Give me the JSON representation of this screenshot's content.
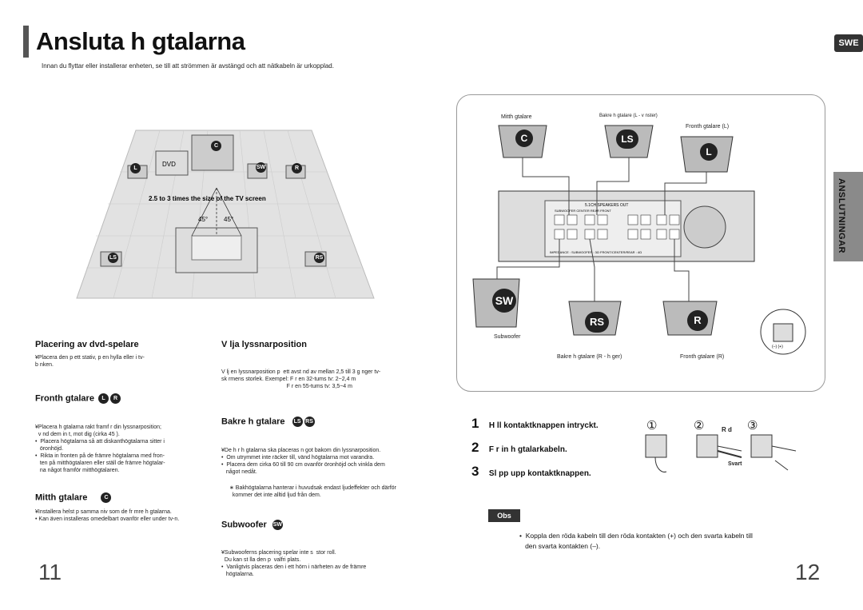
{
  "title": "Ansluta h gtalarna",
  "intro": "Innan du flyttar eller installerar enheten, se till att strömmen är avstängd och att nätkabeln är urkopplad.",
  "lang_tab": "SWE",
  "side_tab": "ANSLUTNINGAR",
  "room": {
    "caption": "2.5 to 3 times the size of the TV screen",
    "dvd_label": "DVD",
    "angle_left": "45°",
    "angle_right": "45°",
    "badges": {
      "c": "C",
      "l": "L",
      "sw": "SW",
      "r": "R",
      "ls": "LS",
      "rs": "RS"
    }
  },
  "left_sections": {
    "placing_dvd": {
      "title": "Placering av dvd-spelare",
      "lines": [
        "¥Placera den p  ett stativ, p  en hylla eller i tv-",
        "  b nken."
      ]
    },
    "listening": {
      "title": "V lja lyssnarposition",
      "lines": [
        "V lj en lyssnarposition p  ett avst nd av mellan 2,5 till 3 g nger tv-",
        "sk rmens storlek. Exempel: F r en 32-tums tv: 2~2,4 m",
        "                                          F r en 55-tums tv: 3,5~4 m"
      ]
    },
    "front": {
      "title": "Fronth gtalare",
      "badges": [
        "L",
        "R"
      ],
      "lines": [
        "¥Placera h gtalarna rakt framf r din lyssnarposition;",
        "  v nd dem in t, mot dig (cirka 45 ).",
        "•  Placera högtalarna så att diskanthögtalarna sitter i",
        "   öronhöjd.",
        "•  Rikta in fronten på de främre högtalarna med fron-",
        "   ten på mitthögtalaren eller ställ de främre högtalar-",
        "   na något framför mitthögtalaren."
      ]
    },
    "center": {
      "title": "Mitth gtalare",
      "badges": [
        "C"
      ],
      "lines": [
        "¥Installera helst p  samma niv  som de fr mre h gtalarna.",
        "•  Kan även installeras omedelbart ovanför eller under tv-n."
      ]
    },
    "rear": {
      "title": "Bakre h gtalare",
      "badges": [
        "LS",
        "RS"
      ],
      "lines": [
        "¥De h r h gtalarna ska placeras n got bakom din lyssnarposition.",
        "•  Om utrymmet inte räcker till, vänd högtalarna mot varandra.",
        "•  Placera dem cirka 60 till 90 cm ovanför öronhöjd och vinkla dem",
        "   något nedåt."
      ],
      "note": [
        "∗ Bakhögtalarna hanterar i huvudsak endast ljudeffekter och därför",
        "  kommer det inte alltid ljud från dem."
      ]
    },
    "sub": {
      "title": "Subwoofer",
      "badges": [
        "SW"
      ],
      "lines": [
        "¥Subwooferns placering spelar inte s  stor roll.",
        "  Du kan st lla den p  valfri plats.",
        "•  Vanligtvis placeras den i ett hörn i närheten av de främre",
        "   högtalarna."
      ]
    }
  },
  "panel": {
    "center_label": "Mitth gtalare",
    "rear_left_label": "Bakre h gtalare (L - v nster)",
    "front_left_label": "Fronth gtalare (L)",
    "sub_label": "Subwoofer",
    "rear_right_label": "Bakre h gtalare (R - h ger)",
    "front_right_label": "Fronth gtalare (R)",
    "terminal_title": "5.1CH SPEAKERS OUT",
    "terminal_row": "SUBWOOFER  CENTER   REAR   FRONT",
    "impedance": "IMPEDANCE : SUBWOOFER : 3Ω    FRONT/CENTER/REAR : 4Ω",
    "badges": {
      "c": "C",
      "ls": "LS",
      "l": "L",
      "sw": "SW",
      "rs": "RS",
      "r": "R"
    },
    "polarity": "(–)  (+)"
  },
  "steps": [
    {
      "num": "1",
      "text": "H ll kontaktknappen intryckt."
    },
    {
      "num": "2",
      "text": "F r in h gtalarkabeln."
    },
    {
      "num": "3",
      "text": "Sl pp upp kontaktknappen."
    }
  ],
  "step_circles": [
    "①",
    "②",
    "③"
  ],
  "wire_labels": {
    "red": "R d",
    "black": "Svart"
  },
  "obs": {
    "label": "Obs",
    "text_1": "•  Koppla den röda kabeln till den röda kontakten (+) och den svarta kabeln till",
    "text_2": "   den svarta kontakten (–)."
  },
  "page_left": "11",
  "page_right": "12"
}
